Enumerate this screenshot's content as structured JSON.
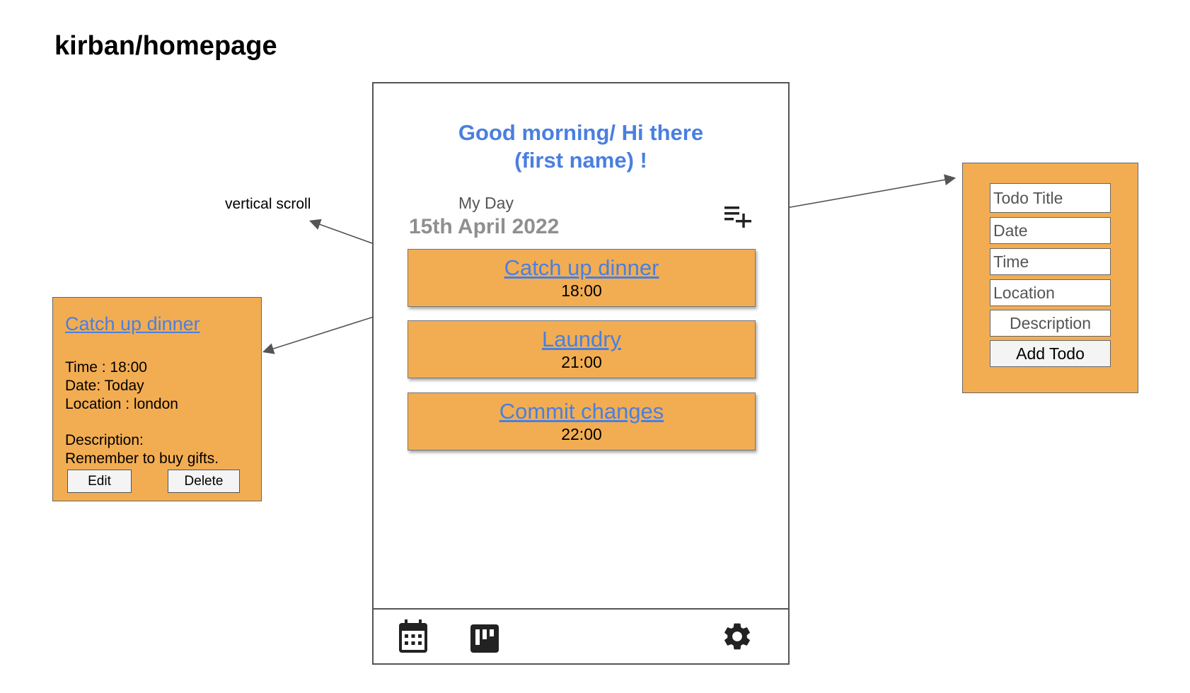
{
  "page": {
    "title": "kirban/homepage"
  },
  "phone": {
    "greeting_line1": "Good morning/ Hi there",
    "greeting_line2": "(first name) !",
    "my_day_label": "My Day",
    "date": "15th April 2022",
    "add_todo_icon": "playlist-add-icon",
    "todos": [
      {
        "title": "Catch up dinner",
        "time": "18:00"
      },
      {
        "title": "Laundry",
        "time": "21:00"
      },
      {
        "title": "Commit changes",
        "time": "22:00"
      }
    ],
    "bottom_nav": {
      "icons": [
        "calendar-icon",
        "kanban-board-icon",
        "settings-gear-icon"
      ]
    }
  },
  "annotation": {
    "vertical_scroll_label": "vertical scroll"
  },
  "detail_popup": {
    "title": "Catch up dinner",
    "time_line": "Time : 18:00",
    "date_line": "Date: Today",
    "location_line": "Location : london",
    "description_label": "Description:",
    "description_text": "Remember to buy gifts.",
    "edit_label": "Edit",
    "delete_label": "Delete"
  },
  "add_form": {
    "todo_title_placeholder": "Todo Title",
    "date_placeholder": "Date",
    "time_placeholder": "Time",
    "location_placeholder": "Location",
    "description_placeholder": "Description",
    "add_button_label": "Add Todo"
  },
  "colors": {
    "card": "#f2ad52",
    "link_blue": "#4a7fe0",
    "border": "#555555"
  }
}
